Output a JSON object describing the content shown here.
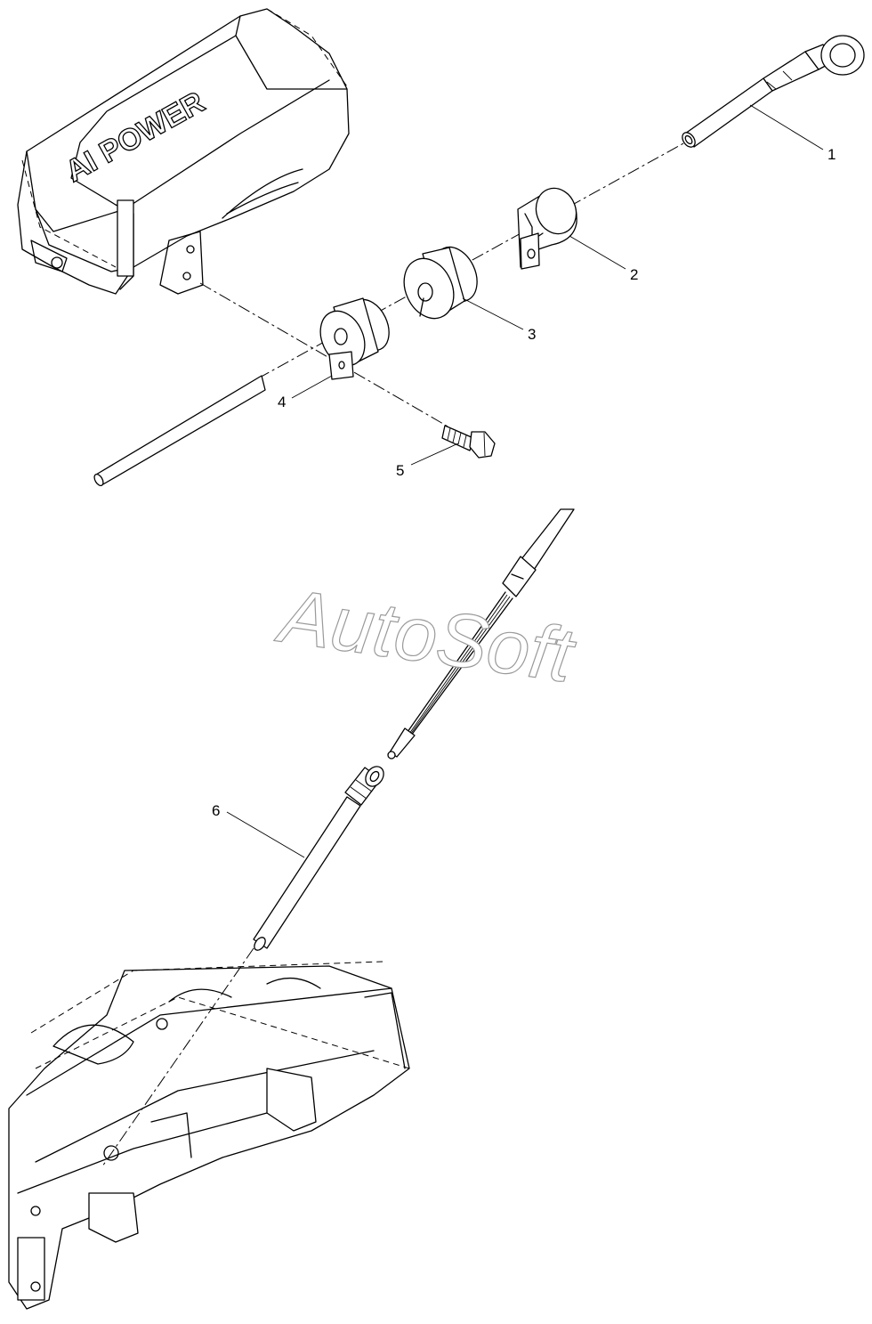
{
  "parts": {
    "p1": "1",
    "p2": "2",
    "p3": "3",
    "p4": "4",
    "p5": "5",
    "p6": "6"
  },
  "cover_logo": "AI POWER",
  "watermark": "AutoSoft"
}
